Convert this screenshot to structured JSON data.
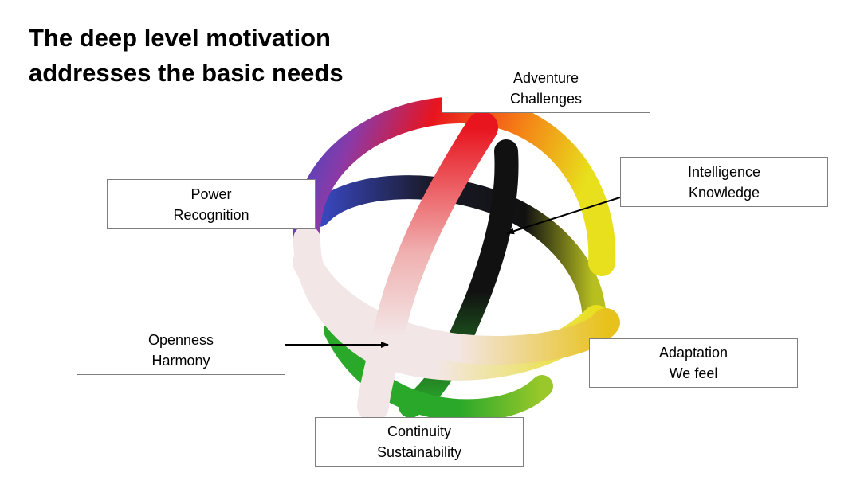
{
  "title": {
    "line1": "The deep level motivation",
    "line2": "addresses the basic needs"
  },
  "boxes": {
    "top": {
      "line1": "Adventure",
      "line2": "Challenges"
    },
    "right1": {
      "line1": "Intelligence",
      "line2": "Knowledge"
    },
    "left1": {
      "line1": "Power",
      "line2": "Recognition"
    },
    "left2": {
      "line1": "Openness",
      "line2": "Harmony"
    },
    "right2": {
      "line1": "Adaptation",
      "line2": "We feel"
    },
    "bottom": {
      "line1": "Continuity",
      "line2": "Sustainability"
    }
  },
  "colors": {
    "red": "#e8141e",
    "orange": "#f57a16",
    "yellow": "#e8e01c",
    "green": "#2aa82a",
    "blue": "#3a49c4",
    "purple": "#8a3aa8",
    "black": "#111111",
    "white": "#f3e6e6"
  }
}
